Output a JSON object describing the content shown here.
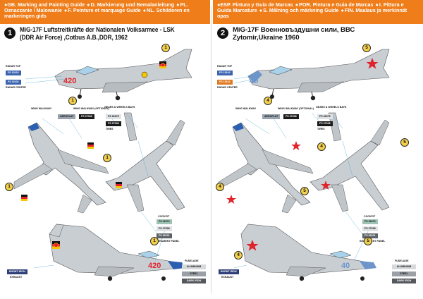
{
  "header_left": [
    "GB. Marking and Painting Guide",
    "D. Markierung und Bemalanleitung",
    "PL. Oznaczanie i Malowanie",
    "F. Peinture et marquage Guide",
    "NL. Schilderen en markeringen gids"
  ],
  "header_right": [
    "ESP. Pintura y Guía de Marcas",
    "POR. Pintura e Guia de Marcas",
    "I. Pittura e Guida Marcature",
    "S. Målning och märkning Guide",
    "FIN. Maalaus ja merkinnät opas"
  ],
  "scheme1": {
    "number": "1",
    "title_line1": "MiG-17F Luftstreitkräfte der Nationalen Volksarmee - LSK",
    "title_line2": "(DDR Air Force) ,Cotbus A.B.,DDR, 1962",
    "tail_number": "420",
    "labels": {
      "radar_top": "RADAR TOP",
      "radar_center": "RADAR CENTER",
      "wing_walkway": "WING WALKWAY",
      "wing_walkway_optional": "WING WALKWAY (OPTIONAL)",
      "gears_wheels": "GEARS & WHEELS BAYS",
      "cockpit": "COCKPIT",
      "instrument_panel": "INSTRUMENT PANEL",
      "exhaust": "EXHAUST",
      "fuselage": "FUSELAGE",
      "tires": "TIRES"
    },
    "swatches": {
      "fs1": "FS 15102",
      "fs2": "FS 15102",
      "aeroflat": "AEROFLAT",
      "fs37038_a": "FS 37038",
      "fs36375": "FS 36375",
      "fs37038_b": "FS 37038",
      "cockpit_a": "FS 36373",
      "cockpit_b": "FS 27038",
      "instrument": "FS 36231",
      "burnt_iron": "BURNT IRON",
      "aluminium": "ALUMINIUM",
      "steel": "STEEL",
      "dark_iron": "DARK IRON"
    },
    "callouts": [
      "1",
      "1",
      "1",
      "1",
      "1"
    ]
  },
  "scheme2": {
    "number": "2",
    "title_line1": "MiG-17F Военновъздушни сили, ВВС",
    "title_line2": "Zytomir,Ukraine 1960",
    "tail_number": "40",
    "labels": {
      "radar_top": "RADAR TOP",
      "radar_center": "RADAR CENTER",
      "wing_walkway": "WING WALKWAY",
      "wing_walkway_optional": "WING WALKWAY (OPTIONAL)",
      "gears_wheels": "GEARS & WHEELS BAYS",
      "cockpit": "COCKPIT",
      "instrument_panel": "INSTRUMENT PANEL",
      "exhaust": "EXHAUST",
      "fuselage": "FUSELAGE",
      "tires": "TIRES"
    },
    "swatches": {
      "fs1": "FS 15102",
      "fs2": "FS 15102",
      "aeroflat": "AEROFLAT",
      "fs37038_a": "FS 37038",
      "fs36375": "FS 36375",
      "fs37038_b": "FS 37038",
      "cockpit_a": "FS 36373",
      "cockpit_b": "FS 27038",
      "instrument": "FS 36231",
      "burnt_iron": "BURNT IRON",
      "aluminium": "ALUMINIUM",
      "steel": "STEEL",
      "dark_iron": "DARK IRON"
    },
    "callouts": [
      "5",
      "4",
      "4",
      "4",
      "5",
      "5",
      "4",
      "5"
    ]
  },
  "colors": {
    "header": "#ef7d1a",
    "silver": "#c9ced3",
    "red": "#e0242b",
    "blue_tip": "#2b5fb0",
    "callout": "#f2d04c",
    "swatch_blue": "#3b63b0",
    "swatch_orange": "#e07a22",
    "swatch_dark": "#1a1a1a"
  }
}
